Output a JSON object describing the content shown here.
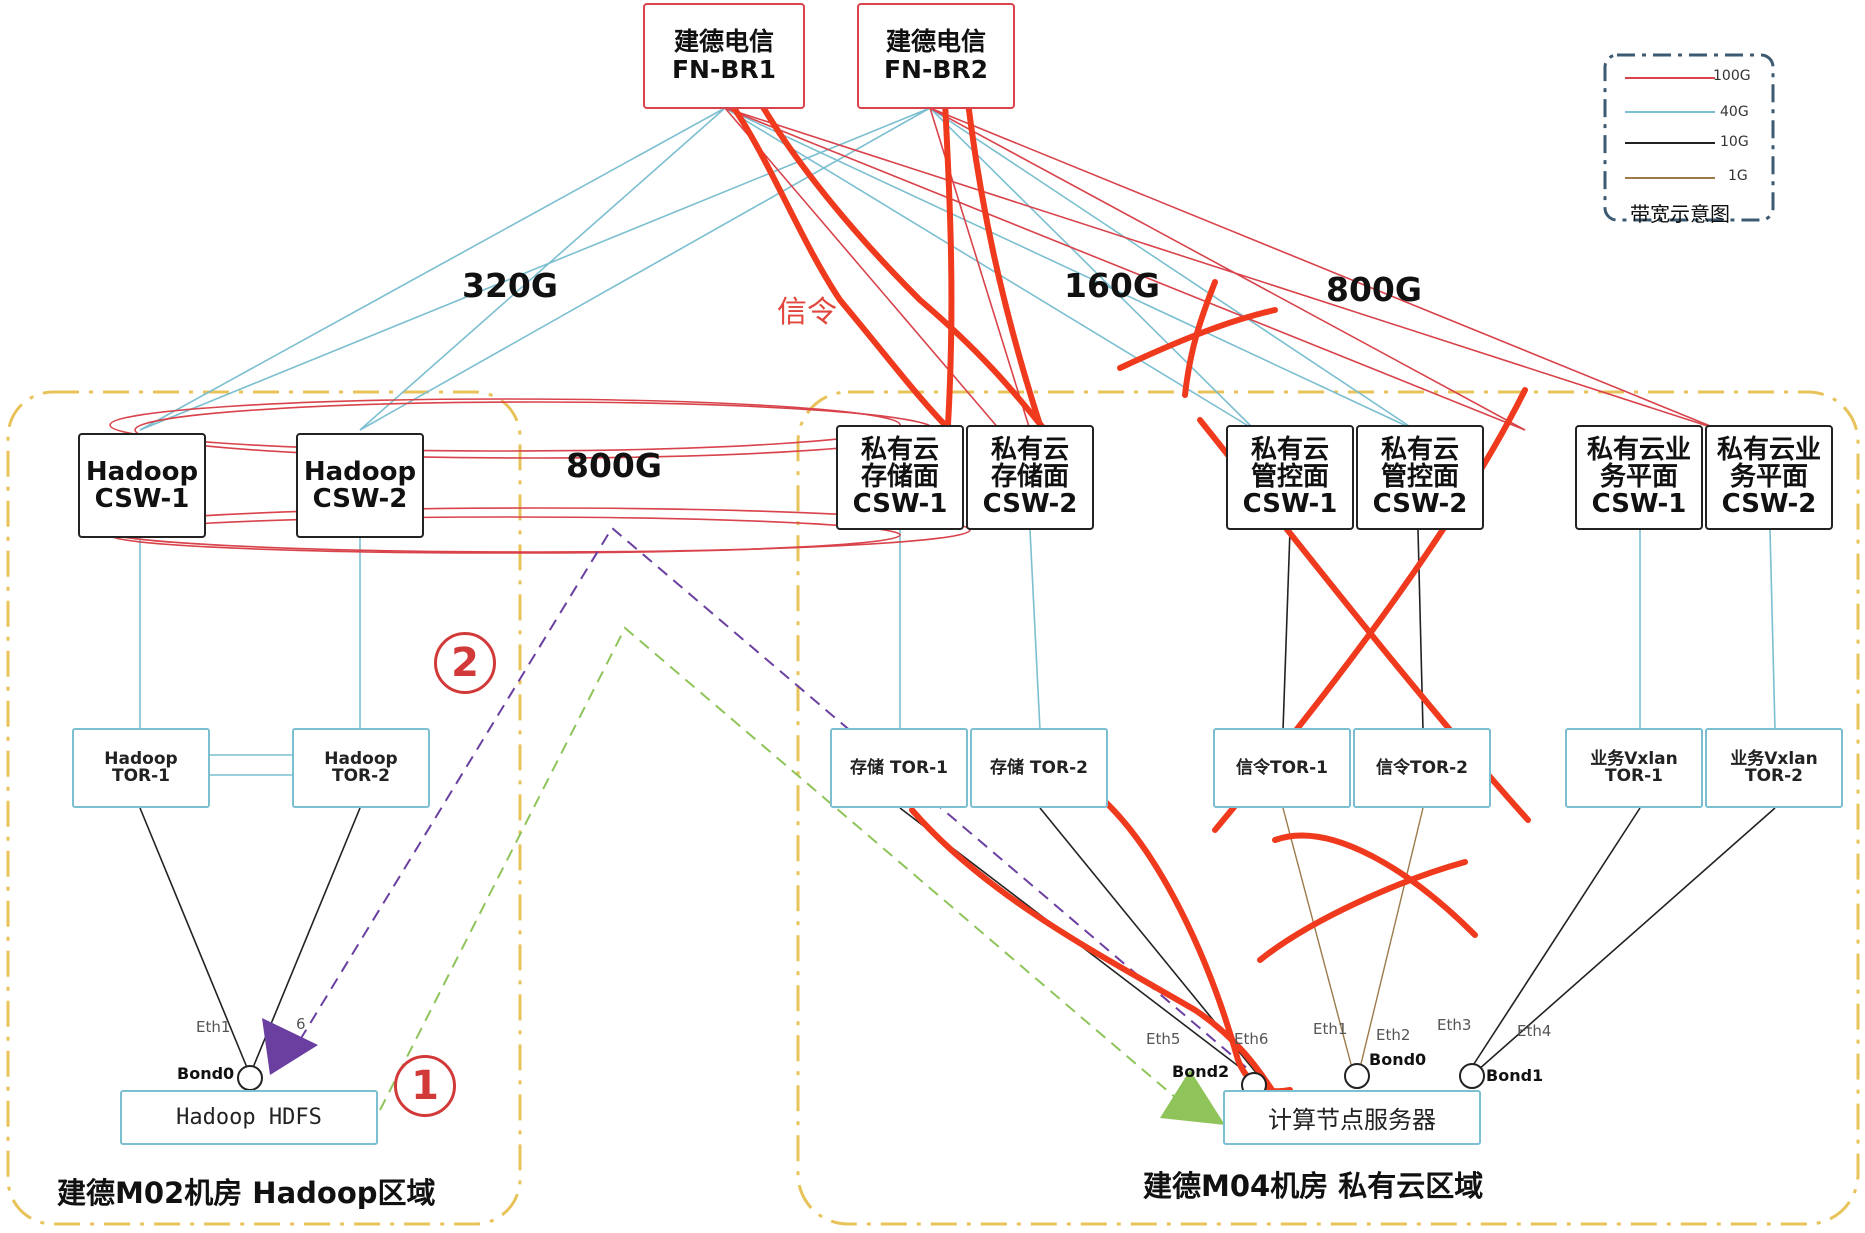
{
  "border_routers": [
    {
      "id": "fn_br1",
      "label": "建德电信\nFN-BR1"
    },
    {
      "id": "fn_br2",
      "label": "建德电信\nFN-BR2"
    }
  ],
  "hadoop_zone": {
    "label": "建德M02机房 Hadoop区域",
    "csw": [
      {
        "label": "Hadoop\nCSW-1"
      },
      {
        "label": "Hadoop\nCSW-2"
      }
    ],
    "tor": [
      {
        "label": "Hadoop\nTOR-1"
      },
      {
        "label": "Hadoop\nTOR-2"
      }
    ],
    "server": {
      "label": "Hadoop HDFS",
      "bond": "Bond0",
      "ports": [
        "Eth1",
        "6"
      ]
    }
  },
  "private_cloud_zone": {
    "label": "建德M04机房 私有云区域",
    "csw": [
      {
        "label": "私有云\n存储面\nCSW-1"
      },
      {
        "label": "私有云\n存储面\nCSW-2"
      },
      {
        "label": "私有云\n管控面\nCSW-1"
      },
      {
        "label": "私有云\n管控面\nCSW-2"
      },
      {
        "label": "私有云业\n务平面\nCSW-1"
      },
      {
        "label": "私有云业\n务平面\nCSW-2"
      }
    ],
    "tor": [
      {
        "label": "存储 TOR-1"
      },
      {
        "label": "存储 TOR-2"
      },
      {
        "label": "信令TOR-1"
      },
      {
        "label": "信令TOR-2"
      },
      {
        "label": "业务Vxlan\nTOR-1"
      },
      {
        "label": "业务Vxlan\nTOR-2"
      }
    ],
    "server": {
      "label": "计算节点服务器",
      "bonds": [
        "Bond2",
        "Bond0",
        "Bond1"
      ],
      "ports": [
        "Eth5",
        "Eth6",
        "Eth1",
        "Eth2",
        "Eth3",
        "Eth4"
      ]
    }
  },
  "bandwidth_labels": [
    "320G",
    "160G",
    "800G",
    "800G"
  ],
  "annotations": {
    "signal": "信令",
    "step1": "1",
    "step2": "2"
  },
  "legend": {
    "title": "带宽示意图",
    "items": [
      {
        "label": "100G",
        "color": "#d9434b"
      },
      {
        "label": "40G",
        "color": "#7bbfd0"
      },
      {
        "label": "10G",
        "color": "#222222"
      },
      {
        "label": "1G",
        "color": "#9c7a4a"
      }
    ]
  },
  "colors": {
    "link_100g": "#d9434b",
    "link_40g": "#7bbfd0",
    "link_10g": "#222222",
    "link_1g": "#9c7a4a",
    "zone_border": "#e8c35a",
    "red_marker": "#f03a1e",
    "purple": "#6b3fa0",
    "green": "#8fc45a"
  }
}
